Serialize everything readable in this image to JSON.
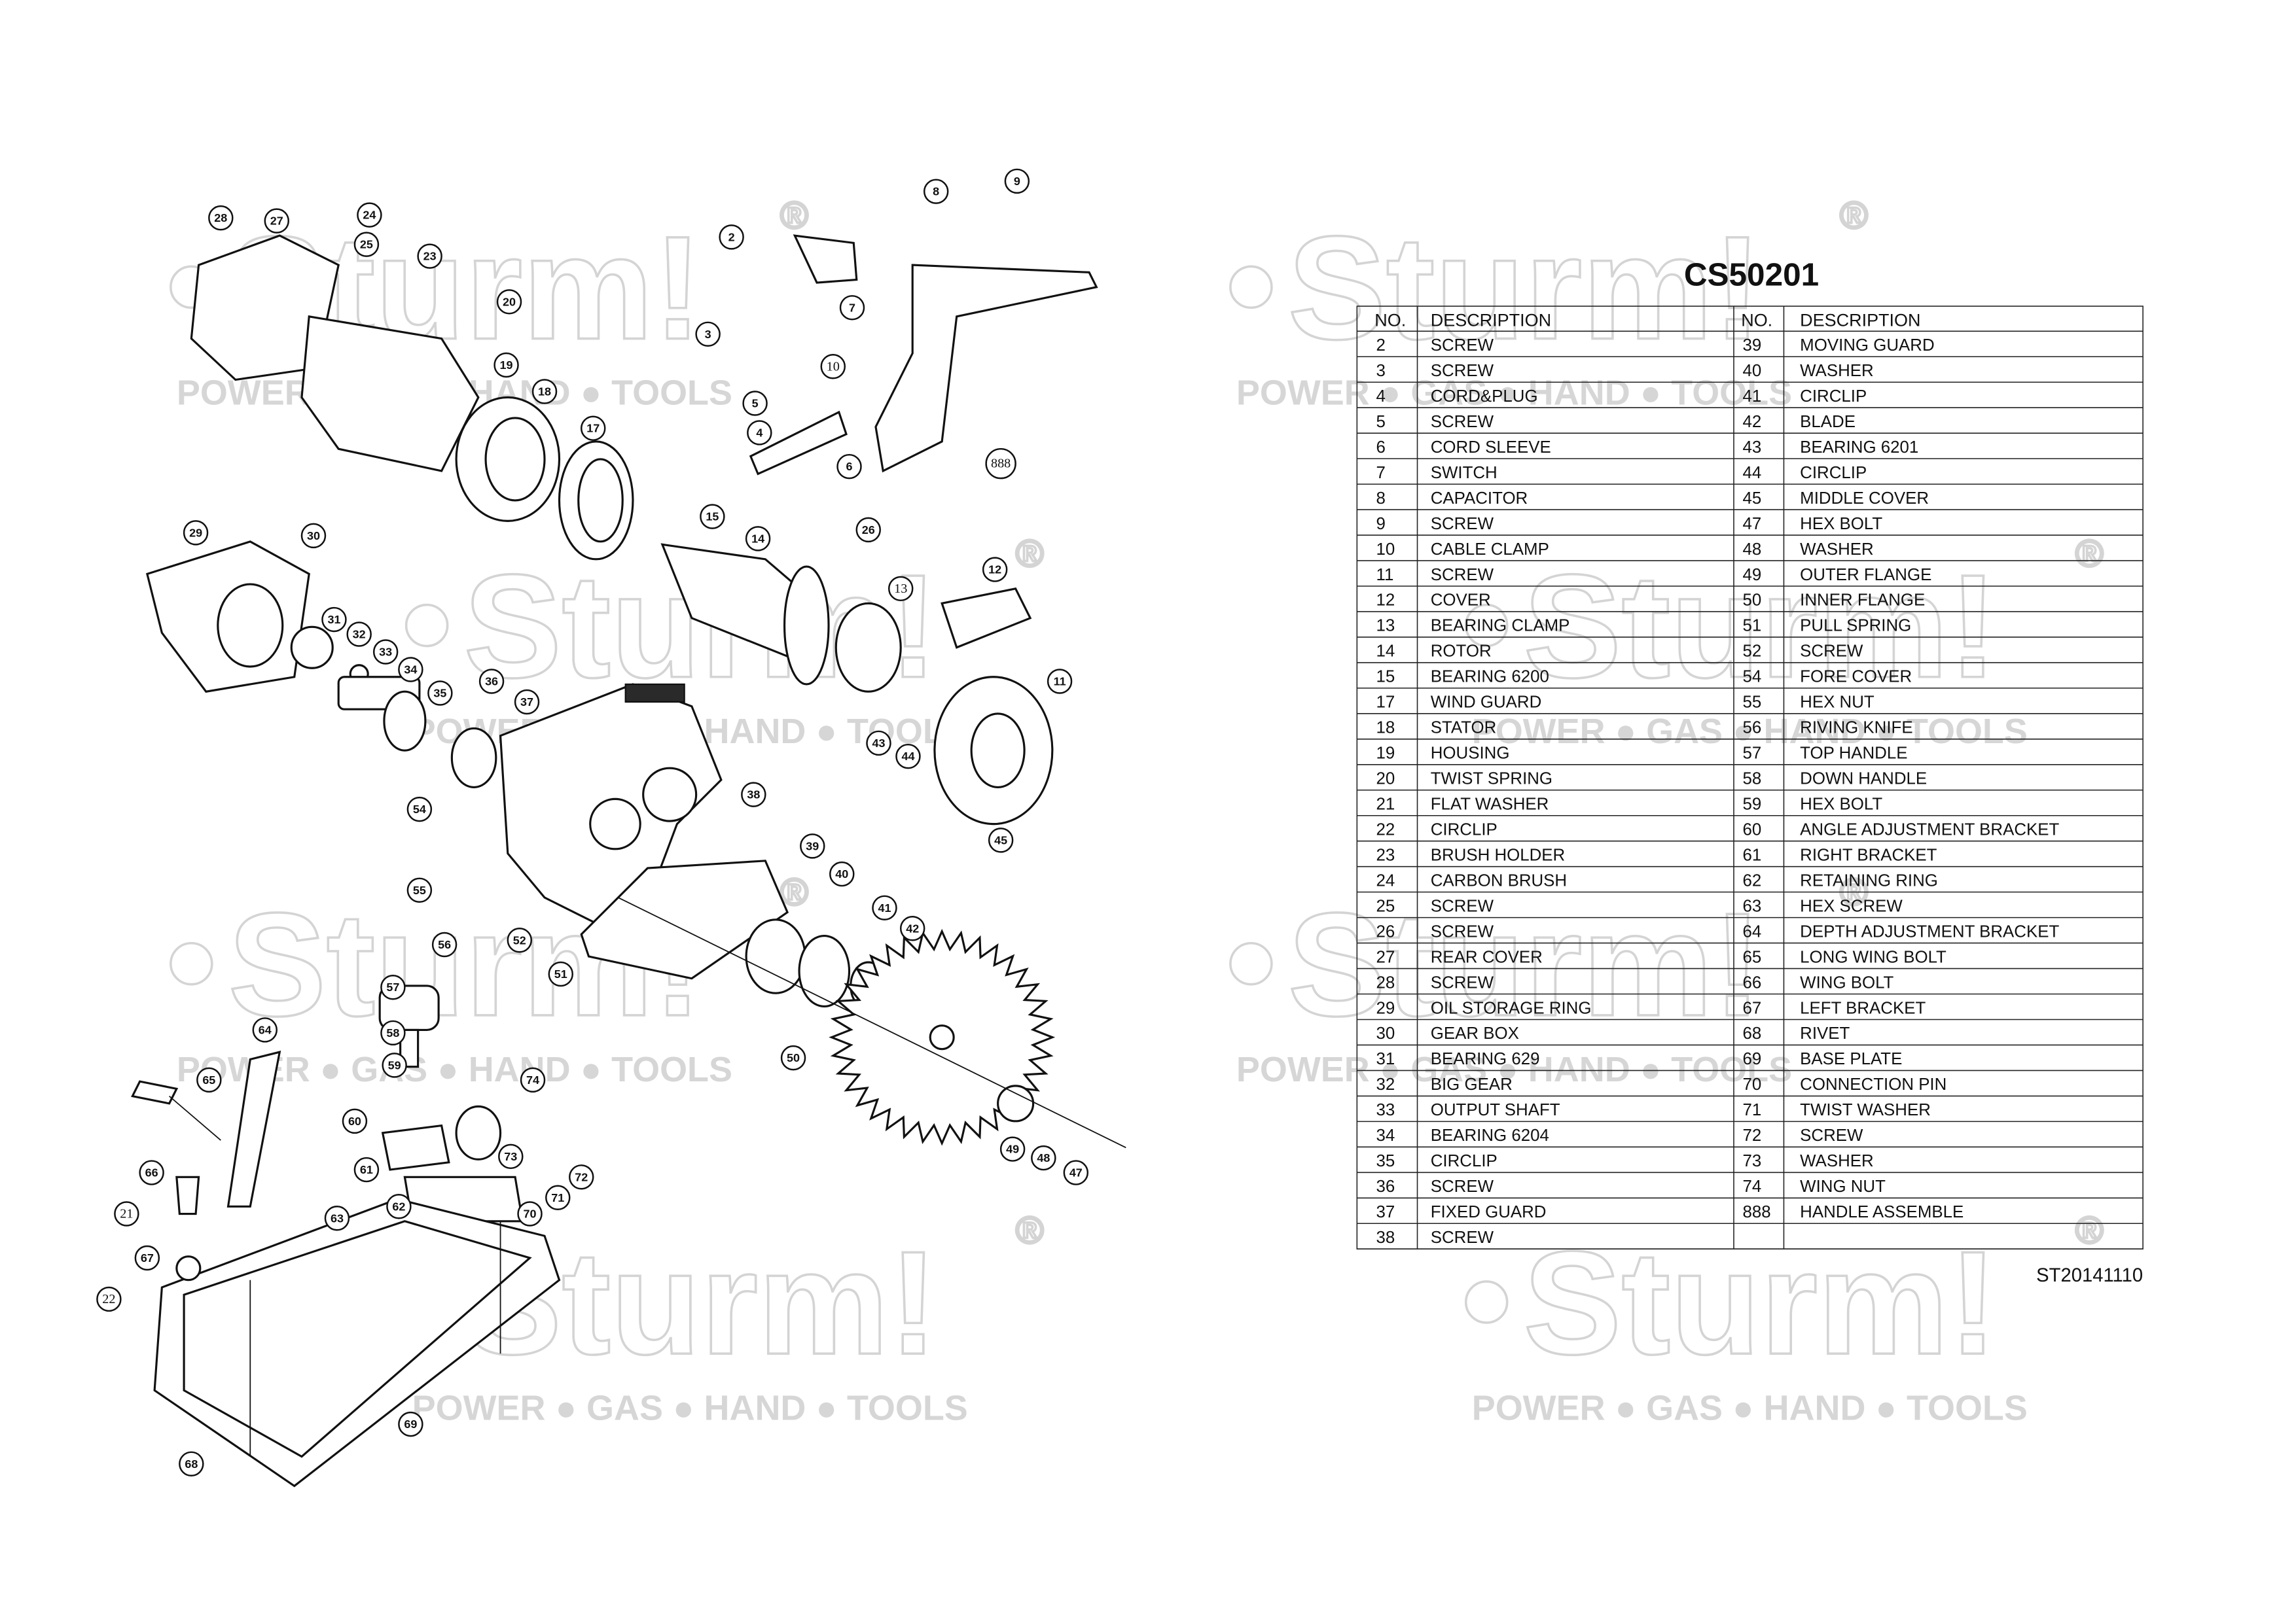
{
  "document": {
    "model": "CS50201",
    "code": "ST20141110",
    "watermark": {
      "brand": "Sturm!",
      "registered": "®",
      "slogan": "POWER ● GAS ● HAND ● TOOLS"
    }
  },
  "table": {
    "headers": {
      "no": "NO.",
      "description": "DESCRIPTION"
    },
    "left": [
      [
        "2",
        "SCREW"
      ],
      [
        "3",
        "SCREW"
      ],
      [
        "4",
        "CORD&PLUG"
      ],
      [
        "5",
        "SCREW"
      ],
      [
        "6",
        "CORD SLEEVE"
      ],
      [
        "7",
        "SWITCH"
      ],
      [
        "8",
        "CAPACITOR"
      ],
      [
        "9",
        "SCREW"
      ],
      [
        "10",
        "CABLE CLAMP"
      ],
      [
        "11",
        "SCREW"
      ],
      [
        "12",
        "COVER"
      ],
      [
        "13",
        "BEARING CLAMP"
      ],
      [
        "14",
        "ROTOR"
      ],
      [
        "15",
        "BEARING 6200"
      ],
      [
        "17",
        "WIND GUARD"
      ],
      [
        "18",
        "STATOR"
      ],
      [
        "19",
        "HOUSING"
      ],
      [
        "20",
        "TWIST SPRING"
      ],
      [
        "21",
        "FLAT WASHER"
      ],
      [
        "22",
        "CIRCLIP"
      ],
      [
        "23",
        "BRUSH HOLDER"
      ],
      [
        "24",
        "CARBON BRUSH"
      ],
      [
        "25",
        "SCREW"
      ],
      [
        "26",
        "SCREW"
      ],
      [
        "27",
        "REAR COVER"
      ],
      [
        "28",
        "SCREW"
      ],
      [
        "29",
        "OIL STORAGE RING"
      ],
      [
        "30",
        "GEAR BOX"
      ],
      [
        "31",
        "BEARING 629"
      ],
      [
        "32",
        "BIG GEAR"
      ],
      [
        "33",
        "OUTPUT SHAFT"
      ],
      [
        "34",
        "BEARING 6204"
      ],
      [
        "35",
        "CIRCLIP"
      ],
      [
        "36",
        "SCREW"
      ],
      [
        "37",
        "FIXED GUARD"
      ],
      [
        "38",
        "SCREW"
      ]
    ],
    "right": [
      [
        "39",
        "MOVING GUARD"
      ],
      [
        "40",
        "WASHER"
      ],
      [
        "41",
        "CIRCLIP"
      ],
      [
        "42",
        "BLADE"
      ],
      [
        "43",
        "BEARING 6201"
      ],
      [
        "44",
        "CIRCLIP"
      ],
      [
        "45",
        "MIDDLE COVER"
      ],
      [
        "47",
        "HEX BOLT"
      ],
      [
        "48",
        "WASHER"
      ],
      [
        "49",
        "OUTER FLANGE"
      ],
      [
        "50",
        "INNER FLANGE"
      ],
      [
        "51",
        "PULL SPRING"
      ],
      [
        "52",
        "SCREW"
      ],
      [
        "54",
        "FORE COVER"
      ],
      [
        "55",
        "HEX NUT"
      ],
      [
        "56",
        "RIVING KNIFE"
      ],
      [
        "57",
        "TOP HANDLE"
      ],
      [
        "58",
        "DOWN HANDLE"
      ],
      [
        "59",
        "HEX BOLT"
      ],
      [
        "60",
        "ANGLE ADJUSTMENT BRACKET"
      ],
      [
        "61",
        "RIGHT BRACKET"
      ],
      [
        "62",
        "RETAINING RING"
      ],
      [
        "63",
        "HEX SCREW"
      ],
      [
        "64",
        "DEPTH ADJUSTMENT BRACKET"
      ],
      [
        "65",
        "LONG WING BOLT"
      ],
      [
        "66",
        "WING BOLT"
      ],
      [
        "67",
        "LEFT BRACKET"
      ],
      [
        "68",
        "RIVET"
      ],
      [
        "69",
        "BASE PLATE"
      ],
      [
        "70",
        "CONNECTION PIN"
      ],
      [
        "71",
        "TWIST WASHER"
      ],
      [
        "72",
        "SCREW"
      ],
      [
        "73",
        "WASHER"
      ],
      [
        "74",
        "WING NUT"
      ],
      [
        "888",
        "HANDLE ASSEMBLE"
      ]
    ]
  },
  "diagram": {
    "callouts": [
      "28",
      "27",
      "24",
      "25",
      "23",
      "20",
      "19",
      "18",
      "17",
      "2",
      "3",
      "8",
      "9",
      "7",
      "10",
      "5",
      "4",
      "6",
      "888",
      "29",
      "30",
      "15",
      "14",
      "26",
      "12",
      "13",
      "31",
      "32",
      "33",
      "34",
      "35",
      "36",
      "37",
      "11",
      "43",
      "44",
      "54",
      "45",
      "38",
      "39",
      "40",
      "41",
      "42",
      "55",
      "56",
      "52",
      "51",
      "57",
      "58",
      "59",
      "64",
      "65",
      "74",
      "60",
      "73",
      "72",
      "71",
      "61",
      "62",
      "63",
      "70",
      "66",
      "21",
      "67",
      "22",
      "69",
      "68",
      "50",
      "49",
      "48",
      "47"
    ]
  }
}
